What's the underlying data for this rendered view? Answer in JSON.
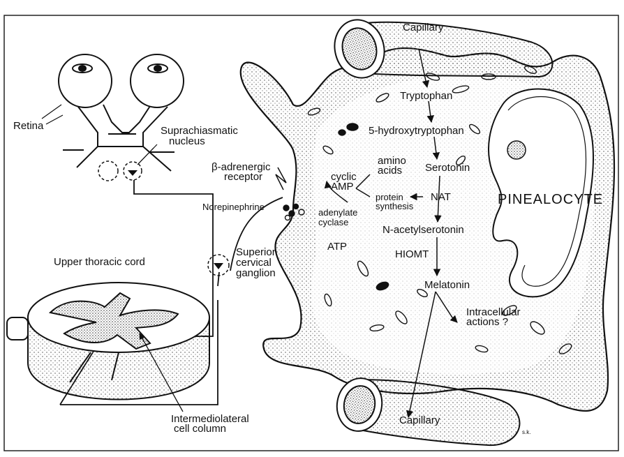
{
  "labels": {
    "capillary_top": "Capillary",
    "capillary_bottom": "Capillary",
    "retina": "Retina",
    "scn_line1": "Suprachiasmatic",
    "scn_line2": "nucleus",
    "beta_line1": "β-adrenergic",
    "beta_line2": "receptor",
    "norepinephrine": "Norepinephrine",
    "upper_thoracic_cord": "Upper thoracic cord",
    "scg_line1": "Superior",
    "scg_line2": "cervical",
    "scg_line3": "ganglion",
    "iml_line1": "Intermediolateral",
    "iml_line2": "cell column",
    "tryptophan": "Tryptophan",
    "htp": "5-hydroxytryptophan",
    "serotonin": "Serotonin",
    "camp_line1": "cyclic",
    "camp_line2": "AMP",
    "amino_line1": "amino",
    "amino_line2": "acids",
    "protein_line1": "protein",
    "protein_line2": "synthesis",
    "nat": "NAT",
    "adenylate_line1": "adenylate",
    "adenylate_line2": "cyclase",
    "atp": "ATP",
    "n_acetylserotonin": "N-acetylserotonin",
    "hiomt": "HIOMT",
    "melatonin": "Melatonin",
    "intracellular_line1": "Intracellular",
    "intracellular_line2": "actions ?",
    "pinealocyte": "PINEALOCYTE",
    "initials": "s.k."
  }
}
